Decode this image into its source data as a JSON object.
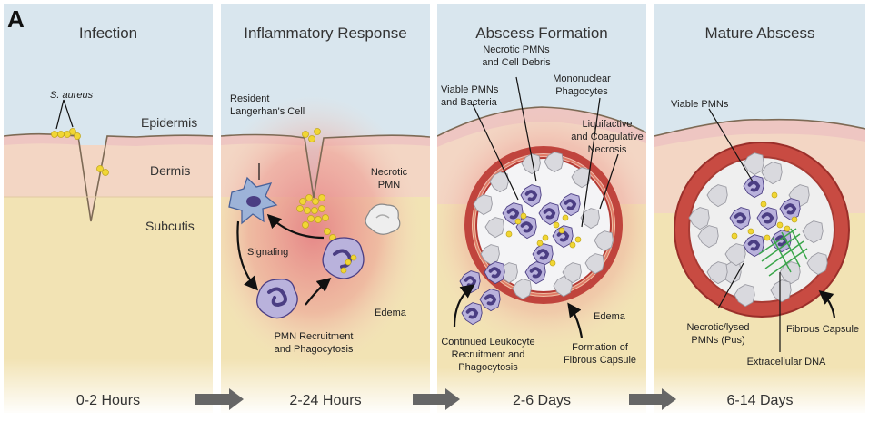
{
  "figure_label": "A",
  "colors": {
    "sky": "#d9e6ee",
    "epidermis": "#eec6c2",
    "dermis": "#f3d6c4",
    "subcutis": "#f2e3b4",
    "inflammation": "#e7868a",
    "capsule": "#c0443d",
    "pmn": "#b9b2dc",
    "nucleus": "#4b3e83",
    "bacteria": "#f1d634",
    "necrotic": "#d9d9de",
    "dna": "#3aa64a",
    "arrow": "#666666"
  },
  "panels": [
    {
      "title": "Infection",
      "time": "0-2 Hours",
      "labels": {
        "bacteria": "S. aureus",
        "epidermis": "Epidermis",
        "dermis": "Dermis",
        "subcutis": "Subcutis"
      }
    },
    {
      "title": "Inflammatory Response",
      "time": "2-24 Hours",
      "labels": {
        "langerhans_1": "Resident",
        "langerhans_2": "Langerhan's Cell",
        "necrotic_1": "Necrotic",
        "necrotic_2": "PMN",
        "signaling": "Signaling",
        "edema": "Edema",
        "recruit_1": "PMN Recruitment",
        "recruit_2": "and Phagocytosis"
      }
    },
    {
      "title": "Abscess Formation",
      "time": "2-6 Days",
      "labels": {
        "necrotic_1": "Necrotic PMNs",
        "necrotic_2": "and Cell Debris",
        "viable_1": "Viable PMNs",
        "viable_2": "and Bacteria",
        "mono_1": "Mononuclear",
        "mono_2": "Phagocytes",
        "liq_1": "Liquifactive",
        "liq_2": "and Coagulative",
        "liq_3": "Necrosis",
        "edema": "Edema",
        "cont_1": "Continued Leukocyte",
        "cont_2": "Recruitment and",
        "cont_3": "Phagocytosis",
        "form_1": "Formation of",
        "form_2": "Fibrous Capsule"
      }
    },
    {
      "title": "Mature Abscess",
      "time": "6-14 Days",
      "labels": {
        "viable": "Viable PMNs",
        "pus_1": "Necrotic/lysed",
        "pus_2": "PMNs (Pus)",
        "capsule": "Fibrous Capsule",
        "dna": "Extracellular DNA"
      }
    }
  ]
}
